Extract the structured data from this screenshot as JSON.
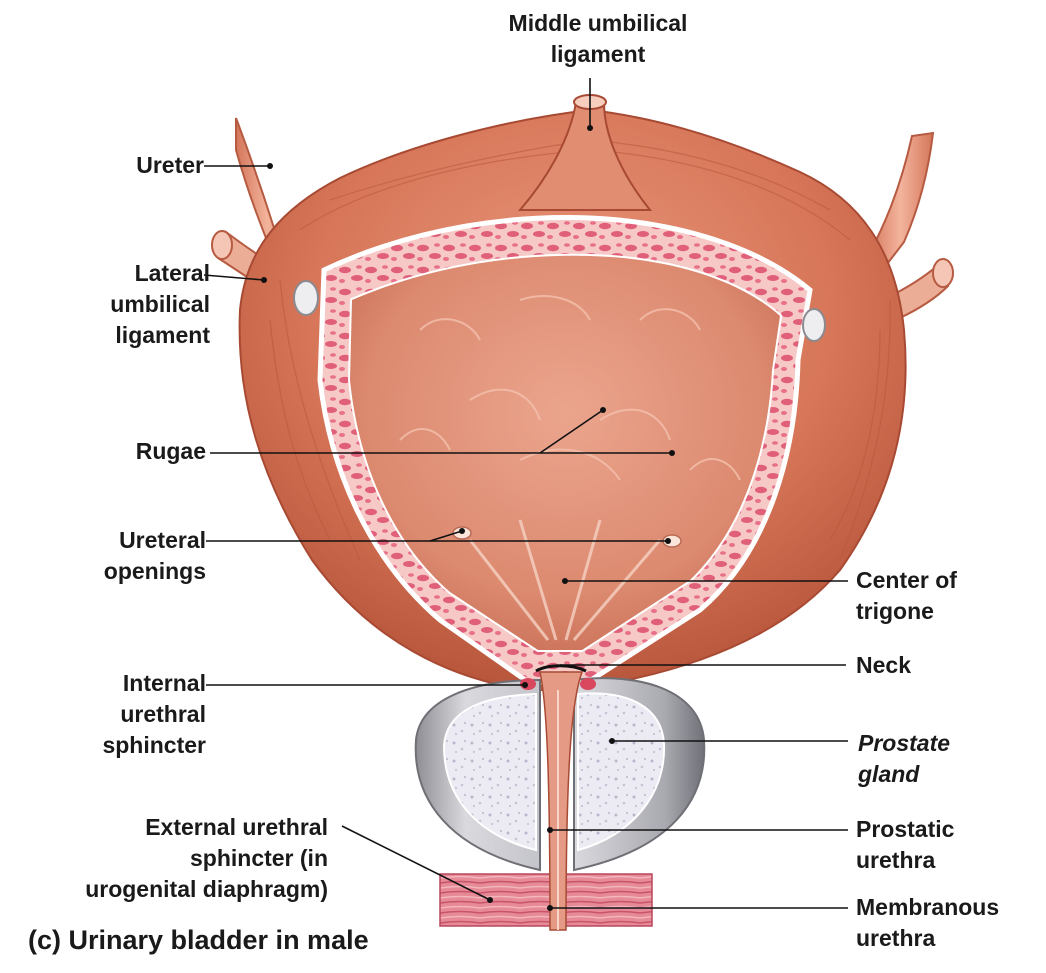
{
  "caption": "(c) Urinary bladder in male",
  "labels": {
    "middle_umbilical_ligament": [
      "Middle umbilical",
      "ligament"
    ],
    "ureter": [
      "Ureter"
    ],
    "lateral_umbilical_ligament": [
      "Lateral",
      "umbilical",
      "ligament"
    ],
    "rugae": [
      "Rugae"
    ],
    "ureteral_openings": [
      "Ureteral",
      "openings"
    ],
    "center_of_trigone": [
      "Center of",
      "trigone"
    ],
    "neck": [
      "Neck"
    ],
    "internal_urethral_sphincter": [
      "Internal",
      "urethral",
      "sphincter"
    ],
    "prostate_gland": [
      "Prostate",
      "gland"
    ],
    "external_urethral_sphincter": [
      "External urethral",
      "sphincter (in",
      "urogenital diaphragm)"
    ],
    "prostatic_urethra": [
      "Prostatic",
      "urethra"
    ],
    "membranous_urethra": [
      "Membranous",
      "urethra"
    ]
  }
}
